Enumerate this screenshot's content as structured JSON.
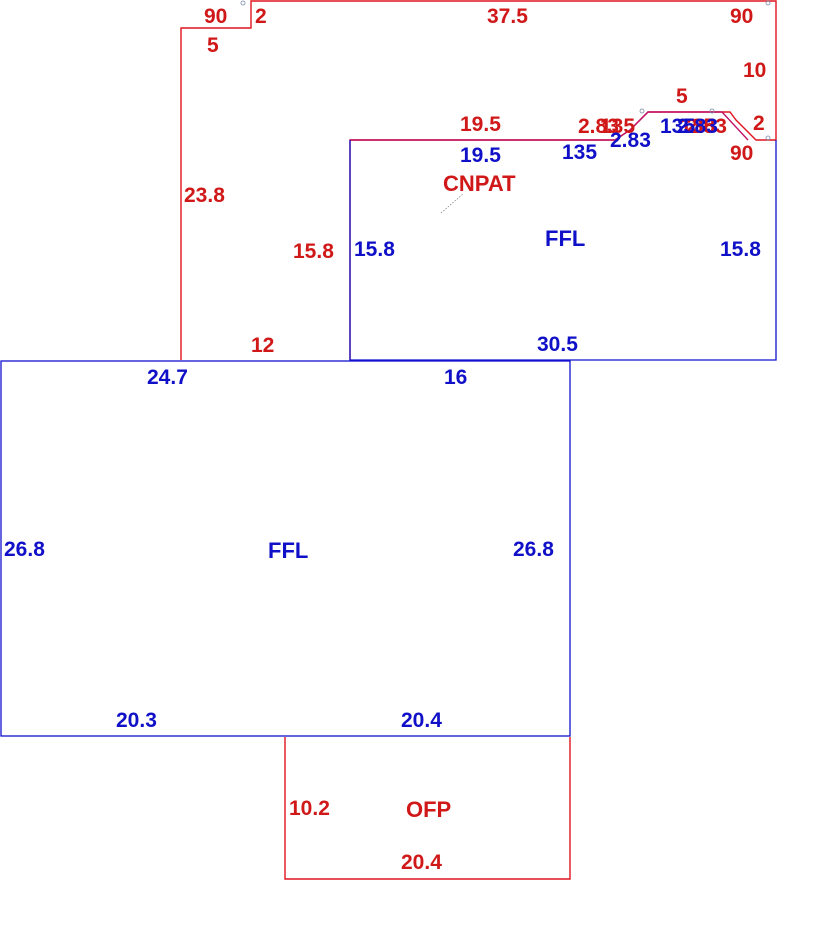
{
  "colors": {
    "red": "#d01818",
    "blue": "#1010c8",
    "magenta": "#c0146c"
  },
  "labels": {
    "r_90_tl": "90",
    "r_2_tl": "2",
    "r_5_tl": "5",
    "r_37_5": "37.5",
    "r_90_tr": "90",
    "r_10": "10",
    "r_5_step": "5",
    "r_2_r": "2",
    "r_90_r": "90",
    "r_19_5": "19.5",
    "r_2_83_a": "2.83",
    "r_135_a": "135",
    "r_135_b": "135",
    "r_2_83_b": "2.83",
    "r_23_8": "23.8",
    "r_15_8": "15.8",
    "r_12": "12",
    "area_cnpat": "CNPAT",
    "b_19_5": "19.5",
    "b_135_a": "135",
    "b_2_83_a": "2.83",
    "b_135_b": "135",
    "b_2_83_b": "2.83",
    "b_15_8_l": "15.8",
    "b_15_8_r": "15.8",
    "b_30_5": "30.5",
    "area_ffl_upper": "FFL",
    "b_24_7": "24.7",
    "b_16": "16",
    "b_26_8_l": "26.8",
    "b_26_8_r": "26.8",
    "area_ffl_main": "FFL",
    "b_20_3": "20.3",
    "b_20_4": "20.4",
    "r_10_2": "10.2",
    "area_ofp": "OFP",
    "r_20_4": "20.4"
  }
}
